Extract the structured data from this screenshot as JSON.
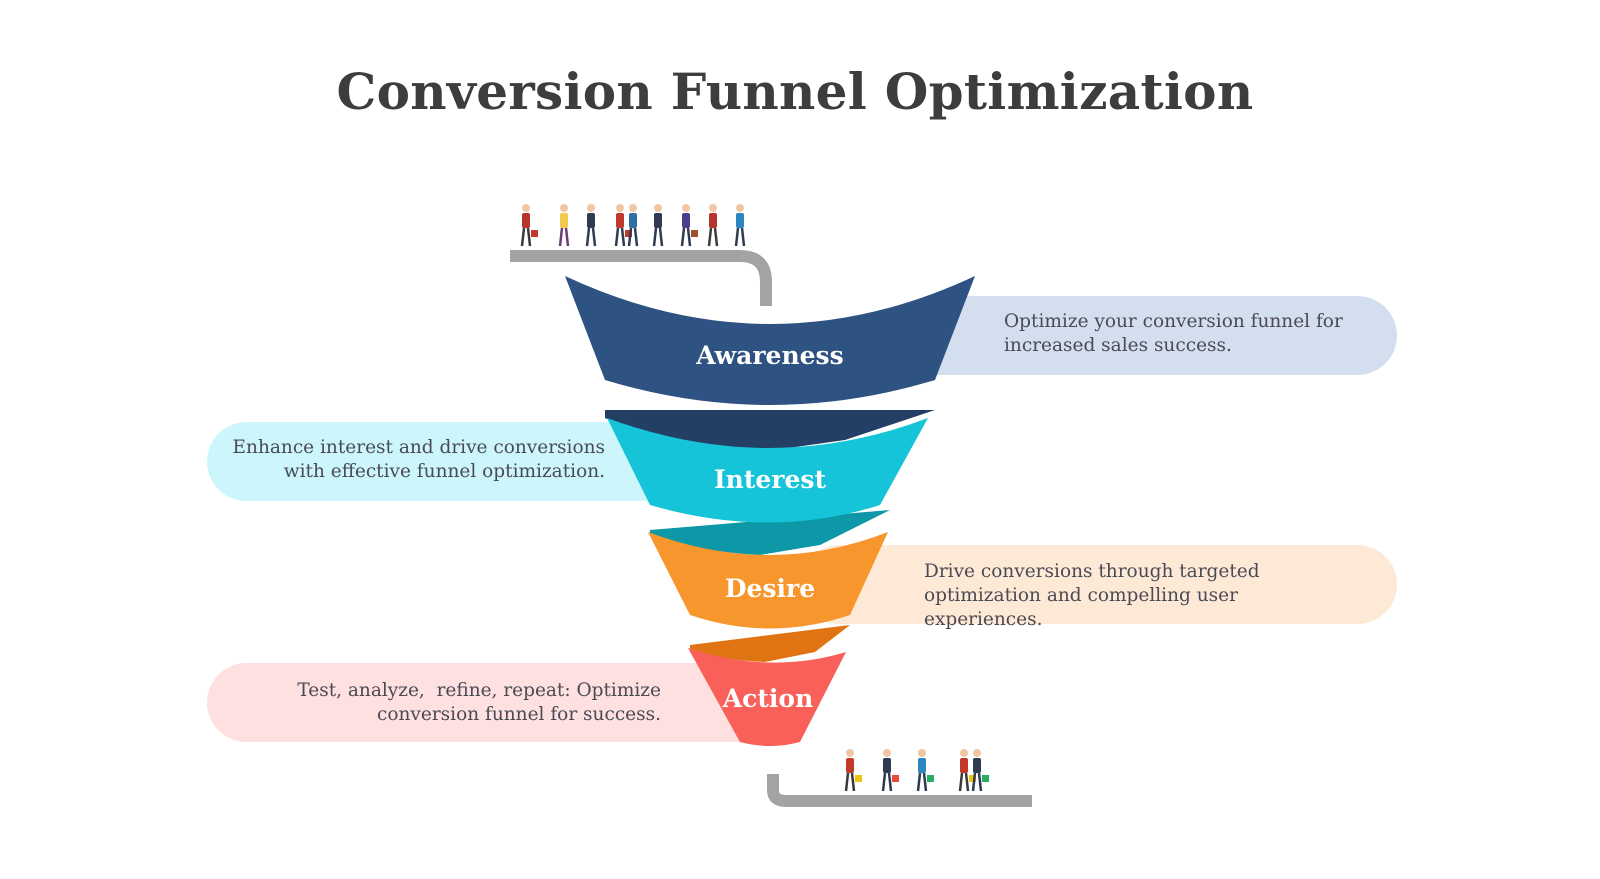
{
  "title": "Conversion Funnel Optimization",
  "stages": [
    {
      "label": "Awareness",
      "color": "#2e5282",
      "shade": "#233f66",
      "bubble": "#d3deee",
      "description": [
        "Optimize your conversion funnel for",
        "increased sales success."
      ]
    },
    {
      "label": "Interest",
      "color": "#15c4d8",
      "shade": "#0e97a6",
      "bubble": "#ccf6fb",
      "description": [
        "Enhance interest and drive conversions",
        "with effective funnel optimization."
      ]
    },
    {
      "label": "Desire",
      "color": "#f7962d",
      "shade": "#e07412",
      "bubble": "#fde9d6",
      "description": [
        "Drive conversions through targeted",
        "optimization and compelling user",
        "experiences."
      ]
    },
    {
      "label": "Action",
      "color": "#f9605a",
      "shade": "#e04a45",
      "bubble": "#fde0df",
      "description": [
        "Test, analyze,  refine, repeat: Optimize",
        "conversion funnel for success."
      ]
    }
  ],
  "icons": [
    "people-queue-icon",
    "customers-with-bags-icon",
    "conveyor-track-icon"
  ]
}
